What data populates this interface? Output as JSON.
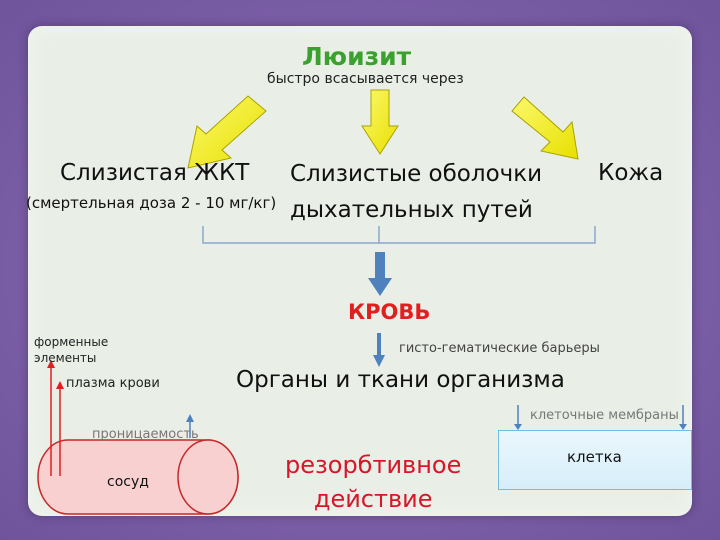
{
  "title": "Люизит",
  "subtitle": "быстро всасывается через",
  "routes": {
    "gkt": "Слизистая ЖКТ",
    "gkt_dose": "(смертельная доза 2 - 10 мг/кг)",
    "mucosa_line1": "Слизистые оболочки",
    "mucosa_line2": "дыхательных путей",
    "skin": "Кожа"
  },
  "blood": "КРОВЬ",
  "histo_barriers": "гисто-гематические барьеры",
  "organs": "Органы и ткани организма",
  "vessel_part": {
    "formed_line1": "форменные",
    "formed_line2": "элементы",
    "plasma": "плазма крови",
    "permeability": "проницаемость",
    "vessel": "сосуд"
  },
  "effect_line1": "резорбтивное",
  "effect_line2": "действие",
  "cell_membranes": "клеточные мембраны",
  "cell": "клетка",
  "colors": {
    "title": "#3aa12e",
    "yellow_arrow": "#f7f21a",
    "blue_arrow": "#4f81bd",
    "vessel_fill": "#f8d0d0",
    "red_accent": "#e02020"
  }
}
